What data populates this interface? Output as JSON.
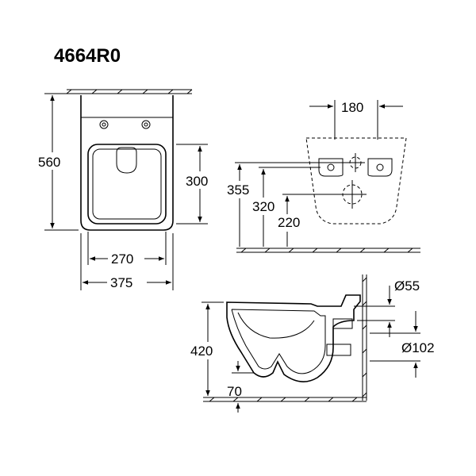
{
  "model_number": "4664R0",
  "top_view": {
    "overall_length": "560",
    "overall_width": "375",
    "bowl_width": "270",
    "bowl_length": "300"
  },
  "rear_view": {
    "bolt_spacing": "180",
    "height_355": "355",
    "height_320": "320",
    "height_220": "220"
  },
  "side_view": {
    "height": "420",
    "outlet_height": "70",
    "inlet_diameter": "Ø55",
    "outlet_diameter": "Ø102"
  }
}
